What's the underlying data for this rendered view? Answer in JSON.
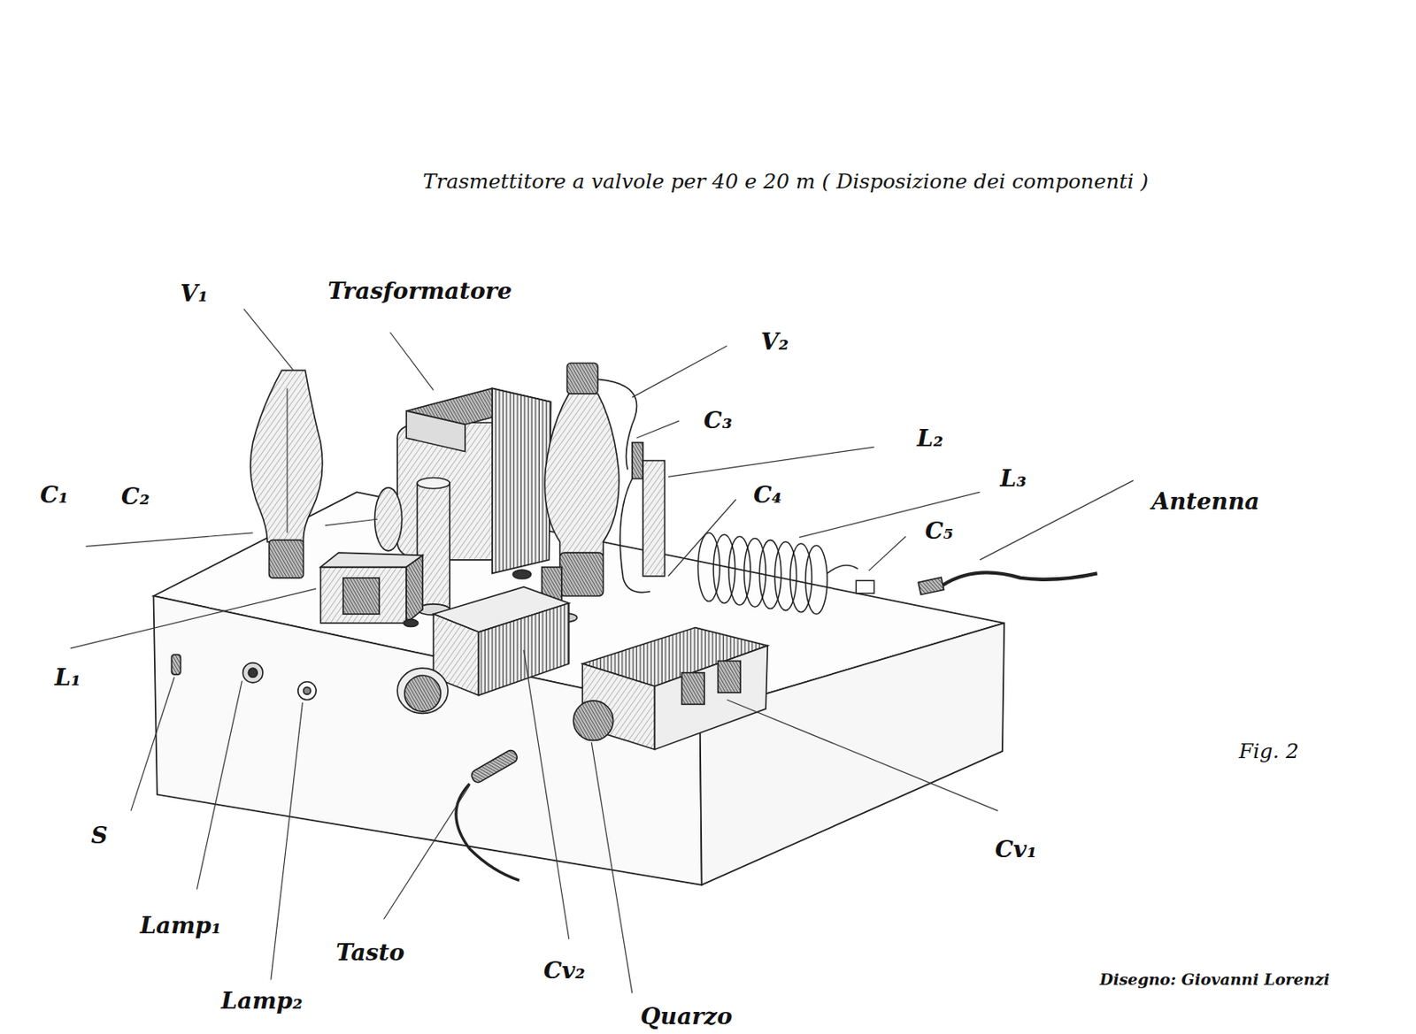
{
  "diagram": {
    "title": "Trasmettitore a valvole per 40 e 20 m ( Disposizione dei componenti )",
    "caption": "Fig. 2",
    "labels": [
      "V₁",
      "Trasformatore",
      "V₂",
      "C₃",
      "L₂",
      "L₃",
      "C₁",
      "C₂",
      "Antenna",
      "C₄",
      "C₅",
      "L₁",
      "Cv₁",
      "S",
      "Lamp₁",
      "Tasto",
      "Cv₂",
      "Lamp₂",
      "Disegno: Giovanni Lorenzi",
      "Quarzo"
    ]
  }
}
